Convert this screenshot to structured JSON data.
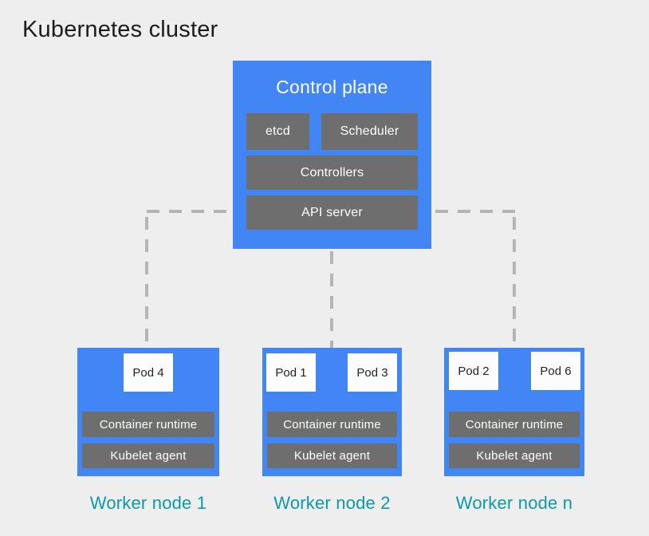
{
  "title": "Kubernetes cluster",
  "colors": {
    "background": "#eeeeee",
    "node_blue": "#4285f4",
    "component_gray": "#6e6e6e",
    "pod_white": "#fcfcfc",
    "connector_gray": "#b4b4b4",
    "title_text": "#1d1d1d",
    "component_text": "#ffffff",
    "pod_text": "#252525",
    "worker_label_teal": "#0d9aa8"
  },
  "control_plane": {
    "title": "Control plane",
    "components": [
      {
        "label": "etcd"
      },
      {
        "label": "Scheduler"
      },
      {
        "label": "Controllers"
      },
      {
        "label": "API server"
      }
    ]
  },
  "worker_nodes": [
    {
      "label": "Worker node 1",
      "pods": [
        "Pod 4"
      ],
      "components": [
        "Container runtime",
        "Kubelet agent"
      ]
    },
    {
      "label": "Worker node 2",
      "pods": [
        "Pod 1",
        "Pod 3"
      ],
      "components": [
        "Container runtime",
        "Kubelet agent"
      ]
    },
    {
      "label": "Worker node n",
      "pods": [
        "Pod 2",
        "Pod 6"
      ],
      "components": [
        "Container runtime",
        "Kubelet agent"
      ]
    }
  ]
}
